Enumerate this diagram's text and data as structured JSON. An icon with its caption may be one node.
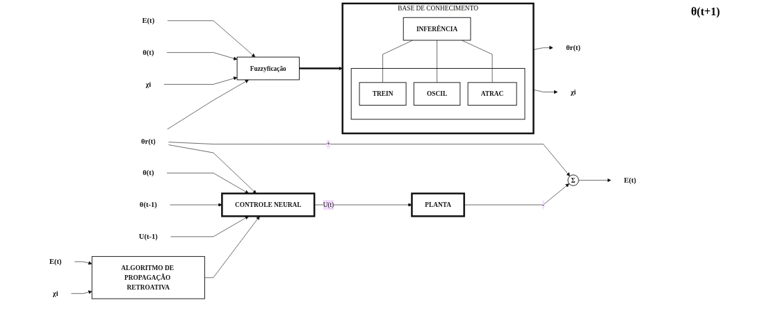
{
  "diagram": {
    "nodes": [
      {
        "text": [
          "E(t)"
        ]
      },
      {
        "text": [
          "θ(t)"
        ]
      },
      {
        "text": [
          "χi"
        ]
      },
      {
        "text": [
          "θr(t)"
        ]
      },
      {
        "text": [
          "Fuzzyficação"
        ]
      },
      {
        "text": [
          "BASE DE CONHECIMENTO"
        ]
      },
      {
        "text": [
          "INFERÊNCIA"
        ],
        "in": 5
      },
      {
        "text": [],
        "shape": "box",
        "in": 5
      },
      {
        "text": [
          "TREIN"
        ],
        "in": 7
      },
      {
        "text": [
          "OSCIL"
        ],
        "in": 7
      },
      {
        "text": [
          "ATRAC"
        ],
        "in": 7
      },
      {
        "text": [
          "θr(t)"
        ]
      },
      {
        "text": [
          "χi"
        ]
      },
      {
        "text": [
          "θ(t)"
        ]
      },
      {
        "text": [
          "θ(t-1)"
        ]
      },
      {
        "text": [
          "U(t-1)"
        ]
      },
      {
        "text": [
          "CONTROLE NEURAL"
        ]
      },
      {
        "text": [
          "PLANTA"
        ]
      },
      {
        "text": [
          "Σ"
        ]
      },
      {
        "text": [
          "E(t)"
        ]
      },
      {
        "text": [
          "ALGORITMO DE PROPAGAÇÃO RETROATIVA"
        ]
      },
      {
        "text": [
          "E(t)"
        ]
      },
      {
        "text": [
          "χi"
        ]
      }
    ],
    "edges": [
      {
        "from": 0,
        "to": 4,
        "arrow": "to"
      },
      {
        "from": 1,
        "to": 4,
        "arrow": "to"
      },
      {
        "from": 2,
        "to": 4,
        "arrow": "to"
      },
      {
        "from": 3,
        "to": 4,
        "arrow": "to"
      },
      {
        "from": 4,
        "to": 5,
        "arrow": "to",
        "style": "thick"
      },
      {
        "from": 6,
        "to": 8,
        "arrow": "none"
      },
      {
        "from": 6,
        "to": 9,
        "arrow": "none"
      },
      {
        "from": 6,
        "to": 10,
        "arrow": "none"
      },
      {
        "from": 5,
        "to": 11,
        "arrow": "to"
      },
      {
        "from": 5,
        "to": 12,
        "arrow": "to"
      },
      {
        "from": 3,
        "to": 16,
        "arrow": "to"
      },
      {
        "from": 3,
        "to": 18,
        "arrow": "to",
        "label": "+"
      },
      {
        "from": 13,
        "to": 16,
        "arrow": "to"
      },
      {
        "from": 14,
        "to": 16,
        "arrow": "to"
      },
      {
        "from": 15,
        "to": 16,
        "arrow": "to"
      },
      {
        "from": 16,
        "to": 17,
        "arrow": "to",
        "label": "U(t)"
      },
      {
        "from": 17,
        "to": 18,
        "arrow": "to",
        "label": "-"
      },
      {
        "from": 18,
        "to": 19,
        "arrow": "to"
      },
      {
        "from": 20,
        "to": 16,
        "arrow": "to"
      },
      {
        "from": 21,
        "to": 20,
        "arrow": "to"
      },
      {
        "from": 22,
        "to": 20,
        "arrow": "to"
      }
    ],
    "labels": [
      "θ(t+1)"
    ]
  }
}
